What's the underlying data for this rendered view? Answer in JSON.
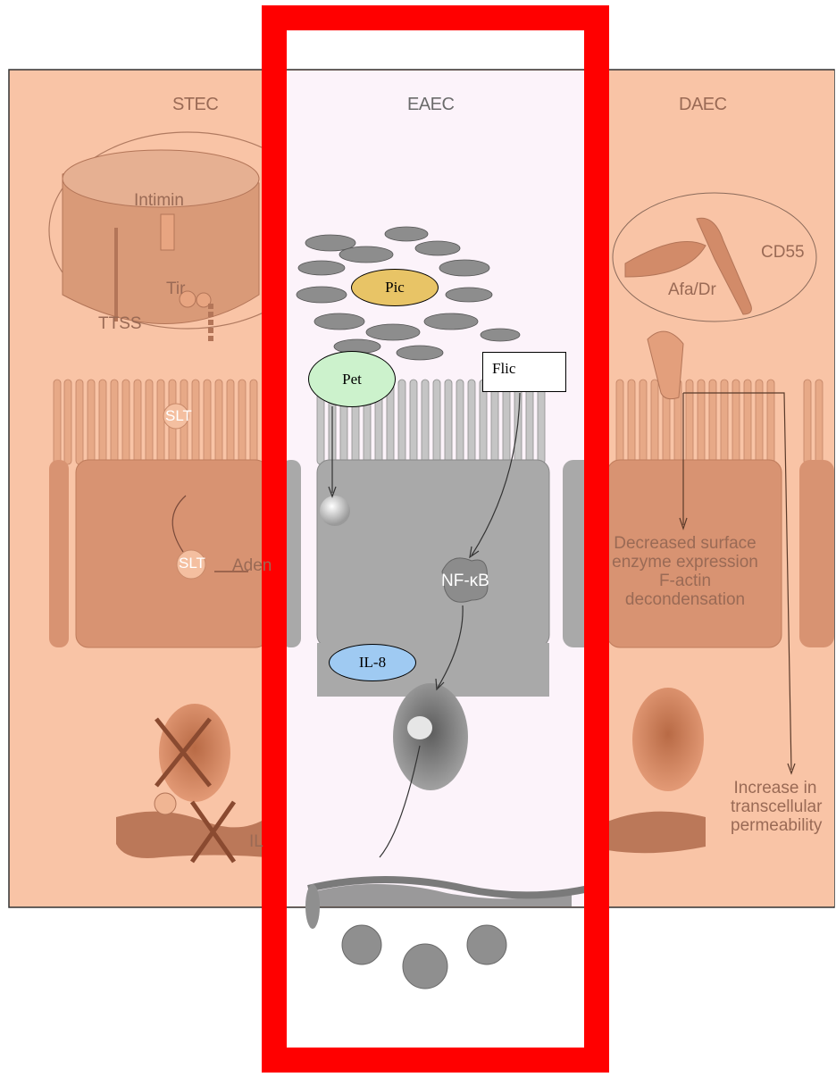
{
  "panels": {
    "stec": {
      "title": "STEC"
    },
    "eaec": {
      "title": "EAEC"
    },
    "daec": {
      "title": "DAEC"
    }
  },
  "stec_labels": {
    "intimin": "Intimin",
    "tir": "Tir",
    "ttss": "TTSS",
    "slt_top": "SLT",
    "slt_mid": "SLT",
    "aden": "Aden",
    "il_partial": "IL"
  },
  "eaec_labels": {
    "pic": "Pic",
    "pet": "Pet",
    "flic": "Flic",
    "nfkb": "NF-κB",
    "il8": "IL-8"
  },
  "daec_labels": {
    "cd55": "CD55",
    "afa_dr": "Afa/Dr",
    "decreased": "Decreased surface enzyme expression F-actin decondensation",
    "increase": "Increase in transcellular permeability"
  },
  "colors": {
    "stec_bg": "#f9c4a6",
    "daec_bg": "#f9c4a6",
    "eaec_bg": "#fcf3fa",
    "highlight_frame": "#ff0000",
    "pic_fill": "#e8c466",
    "pet_fill": "#ccf2cc",
    "il8_fill": "#9fcaf2"
  }
}
